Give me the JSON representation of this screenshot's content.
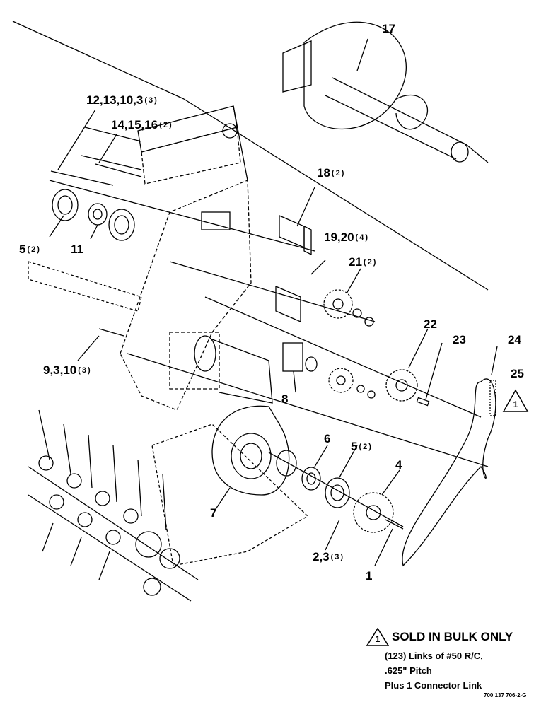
{
  "callouts": [
    {
      "id": "c17",
      "label": "17",
      "qty": ""
    },
    {
      "id": "c12",
      "label": "12,13,10,3",
      "qty": "(3)"
    },
    {
      "id": "c14",
      "label": "14,15,16",
      "qty": "(2)"
    },
    {
      "id": "c18",
      "label": "18",
      "qty": "(2)"
    },
    {
      "id": "c5a",
      "label": "5",
      "qty": "(2)"
    },
    {
      "id": "c11",
      "label": "11",
      "qty": ""
    },
    {
      "id": "c19",
      "label": "19,20",
      "qty": "(4)"
    },
    {
      "id": "c21",
      "label": "21",
      "qty": "(2)"
    },
    {
      "id": "c22",
      "label": "22",
      "qty": ""
    },
    {
      "id": "c23",
      "label": "23",
      "qty": ""
    },
    {
      "id": "c24",
      "label": "24",
      "qty": ""
    },
    {
      "id": "c25",
      "label": "25",
      "qty": ""
    },
    {
      "id": "c9",
      "label": "9,3,10",
      "qty": "(3)"
    },
    {
      "id": "c8",
      "label": "8",
      "qty": ""
    },
    {
      "id": "c6",
      "label": "6",
      "qty": ""
    },
    {
      "id": "c5b",
      "label": "5",
      "qty": "(2)"
    },
    {
      "id": "c4",
      "label": "4",
      "qty": ""
    },
    {
      "id": "c7",
      "label": "7",
      "qty": ""
    },
    {
      "id": "c2",
      "label": "2,3",
      "qty": "(3)"
    },
    {
      "id": "c1",
      "label": "1",
      "qty": ""
    }
  ],
  "note": {
    "symbol": "1",
    "title": "SOLD IN BULK ONLY",
    "lines": [
      "(123) Links of #50 R/C,",
      ".625\" Pitch",
      "Plus 1 Connector Link"
    ]
  },
  "warning_symbol": "1",
  "drawing_number": "700 137 706-2-G"
}
